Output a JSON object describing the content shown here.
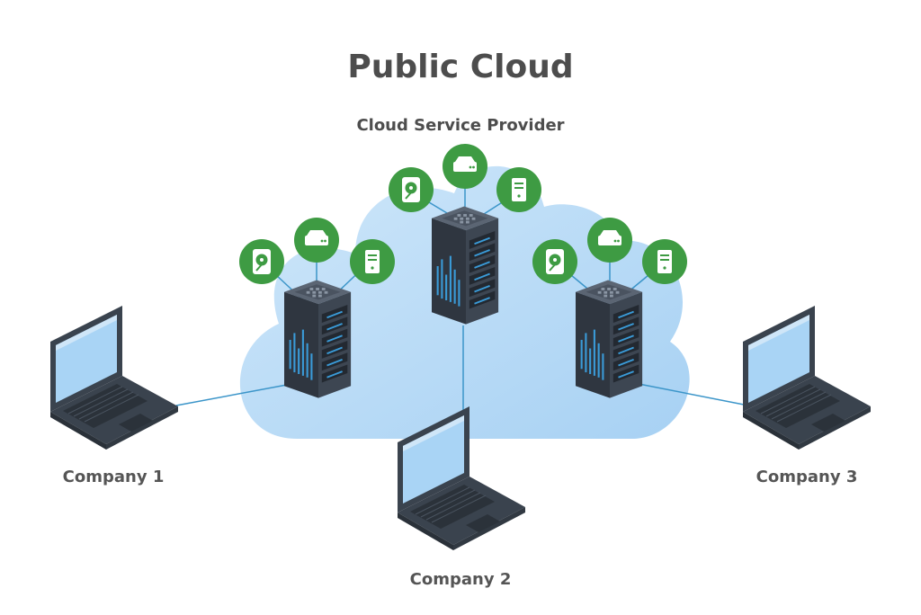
{
  "title": "Public Cloud",
  "provider_label": "Cloud Service Provider",
  "companies": [
    {
      "label": "Company 1"
    },
    {
      "label": "Company 2"
    },
    {
      "label": "Company 3"
    }
  ],
  "servers": [
    {
      "icons": [
        "hard-disk-icon",
        "storage-drive-icon",
        "server-unit-icon"
      ]
    },
    {
      "icons": [
        "hard-disk-icon",
        "storage-drive-icon",
        "server-unit-icon"
      ]
    },
    {
      "icons": [
        "hard-disk-icon",
        "storage-drive-icon",
        "server-unit-icon"
      ]
    }
  ],
  "colors": {
    "cloud": "#b8dcf7",
    "icon_circle": "#3e9b43",
    "server_body": "#343c47",
    "server_accent": "#3a9bd8",
    "laptop_body": "#3a434e",
    "laptop_screen": "#a9d4f5",
    "connector": "#3b95c9",
    "text": "#4d4d4d"
  }
}
